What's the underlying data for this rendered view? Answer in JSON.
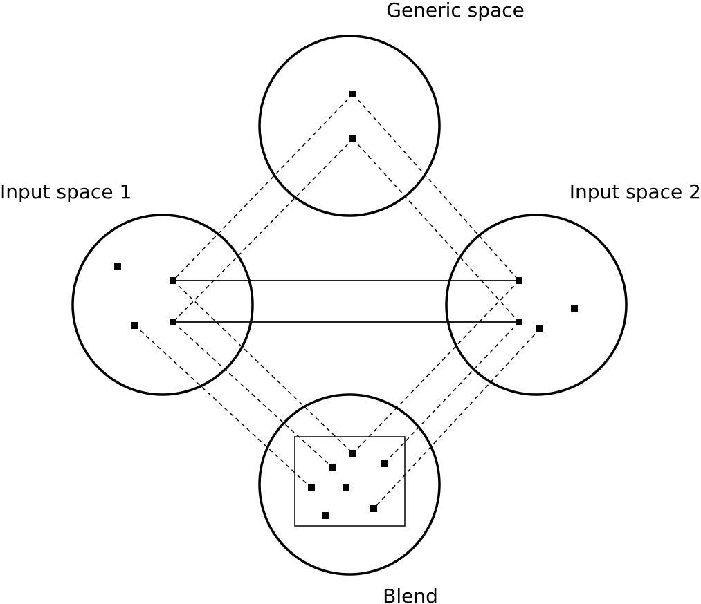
{
  "labels": {
    "generic": "Generic space",
    "input1": "Input space 1",
    "input2": "Input space 2",
    "blend": "Blend"
  },
  "colors": {
    "stroke": "#000000",
    "background": "#ffffff"
  }
}
